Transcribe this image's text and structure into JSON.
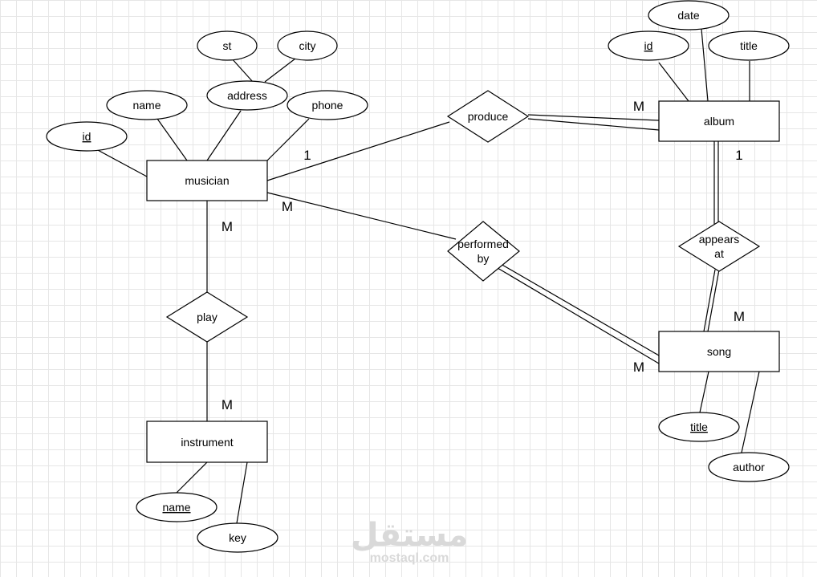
{
  "entities": {
    "musician": "musician",
    "album": "album",
    "song": "song",
    "instrument": "instrument"
  },
  "relationships": {
    "produce": "produce",
    "performed_by": [
      "performed",
      "by"
    ],
    "appears_at": [
      "appears",
      "at"
    ],
    "play": "play"
  },
  "attributes": {
    "musician": {
      "id": "id",
      "name": "name",
      "address": "address",
      "phone": "phone",
      "st": "st",
      "city": "city"
    },
    "album": {
      "id": "id",
      "date": "date",
      "title": "title"
    },
    "song": {
      "title": "title",
      "author": "author"
    },
    "instrument": {
      "name": "name",
      "key": "key"
    }
  },
  "cardinalities": {
    "musician_produce": "1",
    "album_produce": "M",
    "musician_performed": "M",
    "song_performed": "M",
    "album_appears": "1",
    "song_appears": "M",
    "musician_play": "M",
    "instrument_play": "M"
  },
  "watermark": {
    "arabic": "مستقل",
    "latin": "mostaql.com"
  }
}
